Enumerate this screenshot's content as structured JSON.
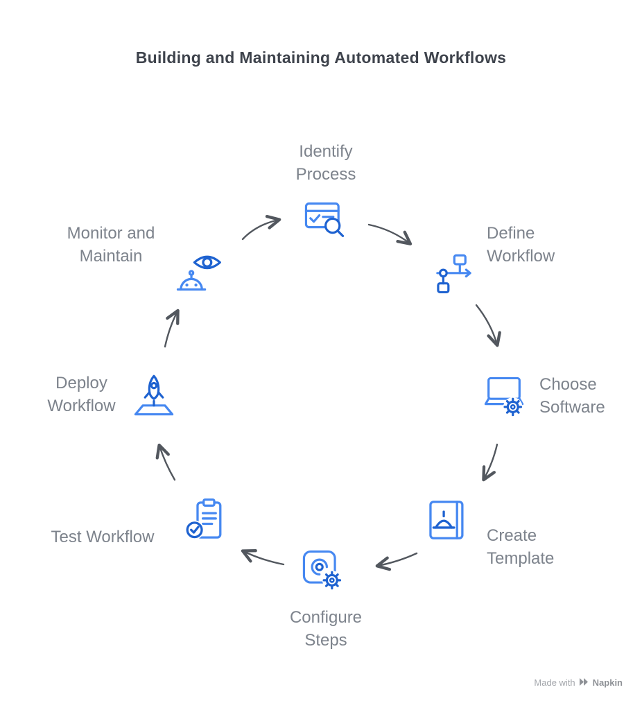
{
  "title": "Building and Maintaining Automated Workflows",
  "colors": {
    "icon_primary": "#4688f1",
    "icon_accent": "#1e62d0",
    "arrow": "#52575e",
    "label": "#7d838c",
    "title": "#3e434c"
  },
  "steps": [
    {
      "label": "Identify\nProcess",
      "icon": "identify-process-icon"
    },
    {
      "label": "Define\nWorkflow",
      "icon": "define-workflow-icon"
    },
    {
      "label": "Choose\nSoftware",
      "icon": "choose-software-icon"
    },
    {
      "label": "Create\nTemplate",
      "icon": "create-template-icon"
    },
    {
      "label": "Configure\nSteps",
      "icon": "configure-steps-icon"
    },
    {
      "label": "Test Workflow",
      "icon": "test-workflow-icon"
    },
    {
      "label": "Deploy\nWorkflow",
      "icon": "deploy-workflow-icon"
    },
    {
      "label": "Monitor and\nMaintain",
      "icon": "monitor-maintain-icon"
    }
  ],
  "footer": {
    "made_with": "Made with",
    "brand": "Napkin"
  }
}
